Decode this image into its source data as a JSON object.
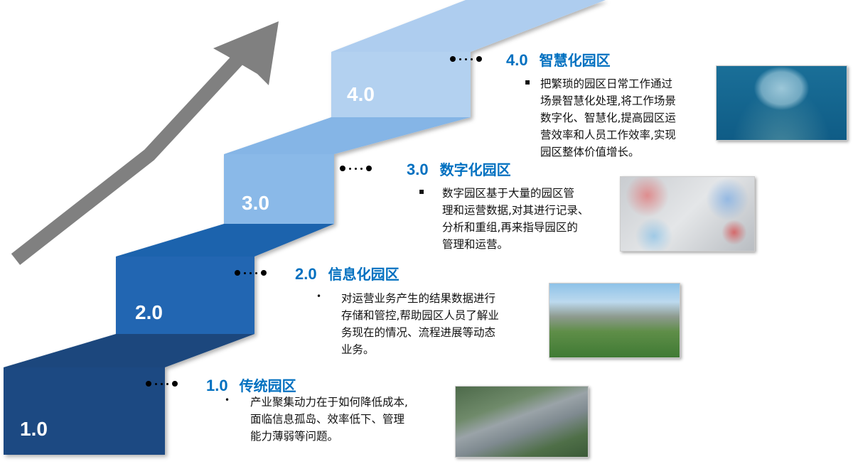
{
  "colors": {
    "step1": "#1b4a82",
    "step2": "#2066b2",
    "step3": "#8ab9e8",
    "step4": "#b3d1f0",
    "heading": "#0070c0",
    "arrow": "#808080"
  },
  "stages": [
    {
      "step_label": "1.0",
      "version": "1.0",
      "title": "传统园区",
      "bullet": "•",
      "lines": [
        "产业聚集动力在于如何降低成本,",
        "面临信息孤岛、效率低下、管理",
        "能力薄弱等问题。"
      ]
    },
    {
      "step_label": "2.0",
      "version": "2.0",
      "title": "信息化园区",
      "bullet": "•",
      "lines": [
        "对运营业务产生的结果数据进行",
        "存储和管控,帮助园区人员了解业",
        "务现在的情况、流程进展等动态",
        "业务。"
      ]
    },
    {
      "step_label": "3.0",
      "version": "3.0",
      "title": "数字化园区",
      "bullet": "▪",
      "lines": [
        "数字园区基于大量的园区管",
        "理和运营数据,对其进行记录、",
        "分析和重组,再来指导园区的",
        "管理和运营。"
      ]
    },
    {
      "step_label": "4.0",
      "version": "4.0",
      "title": "智慧化园区",
      "bullet": "▪",
      "lines": [
        "把繁琐的园区日常工作通过",
        "场景智慧化处理,将工作场景",
        "数字化、智慧化,提高园区运",
        "营效率和人员工作效率,实现",
        "园区整体价值增长。"
      ]
    }
  ]
}
